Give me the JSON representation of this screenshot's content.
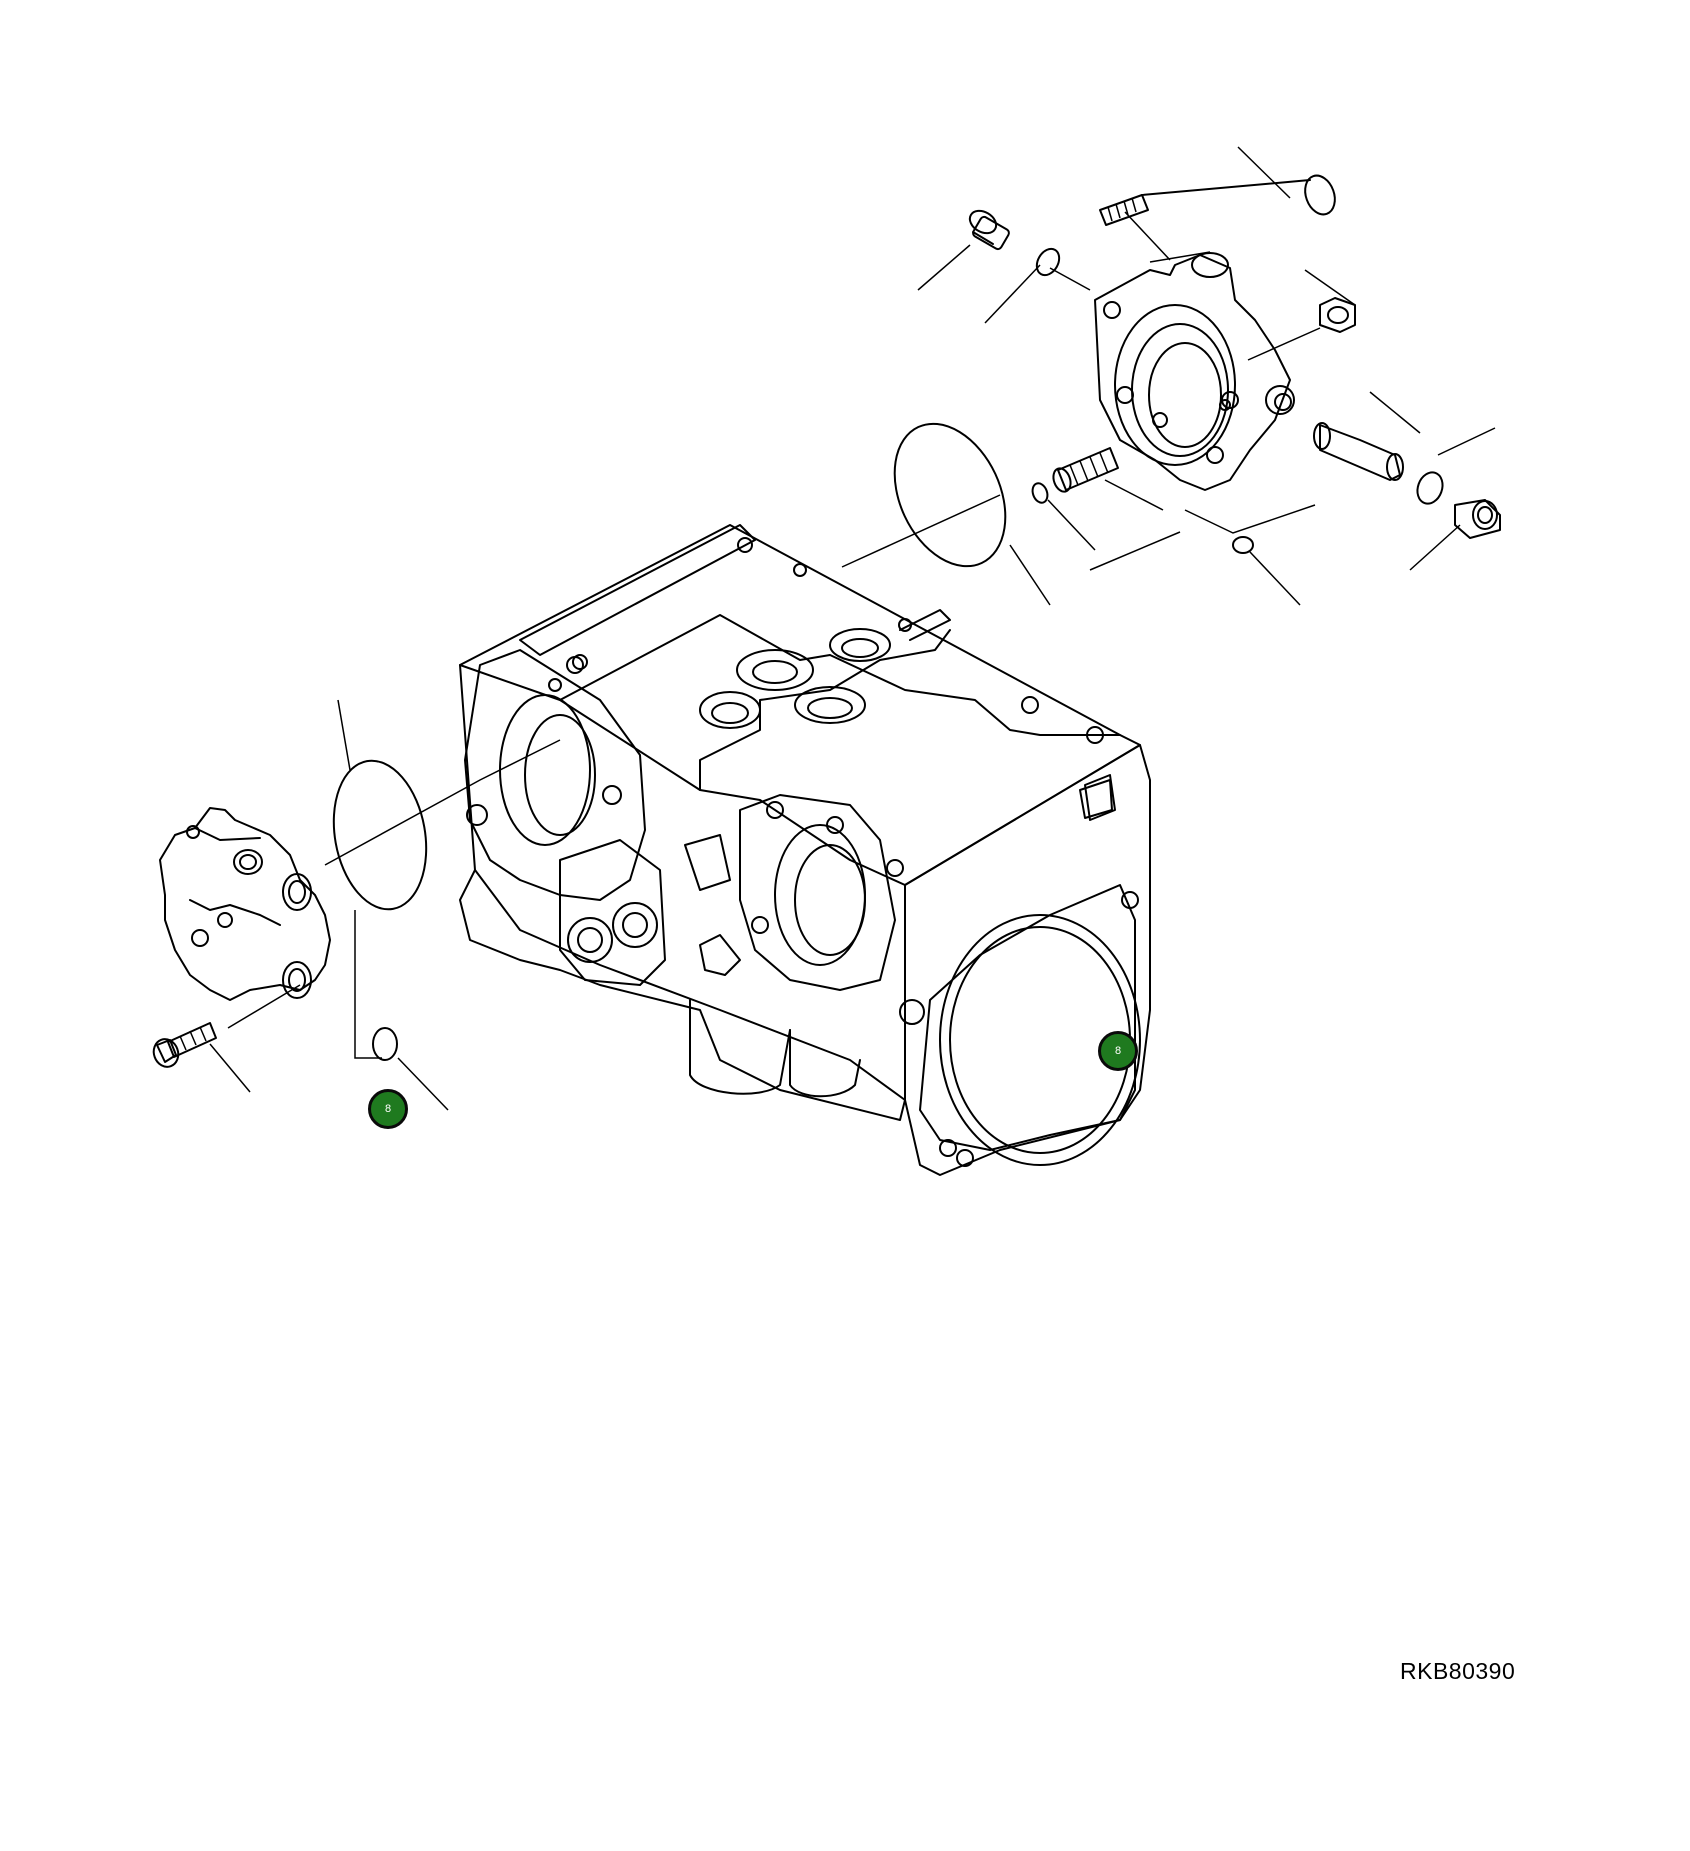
{
  "diagram": {
    "drawing_code": "RKB80390",
    "callouts": [
      {
        "label": "8",
        "color": "#1f7a1f"
      },
      {
        "label": "8",
        "color": "#1f7a1f"
      }
    ]
  }
}
